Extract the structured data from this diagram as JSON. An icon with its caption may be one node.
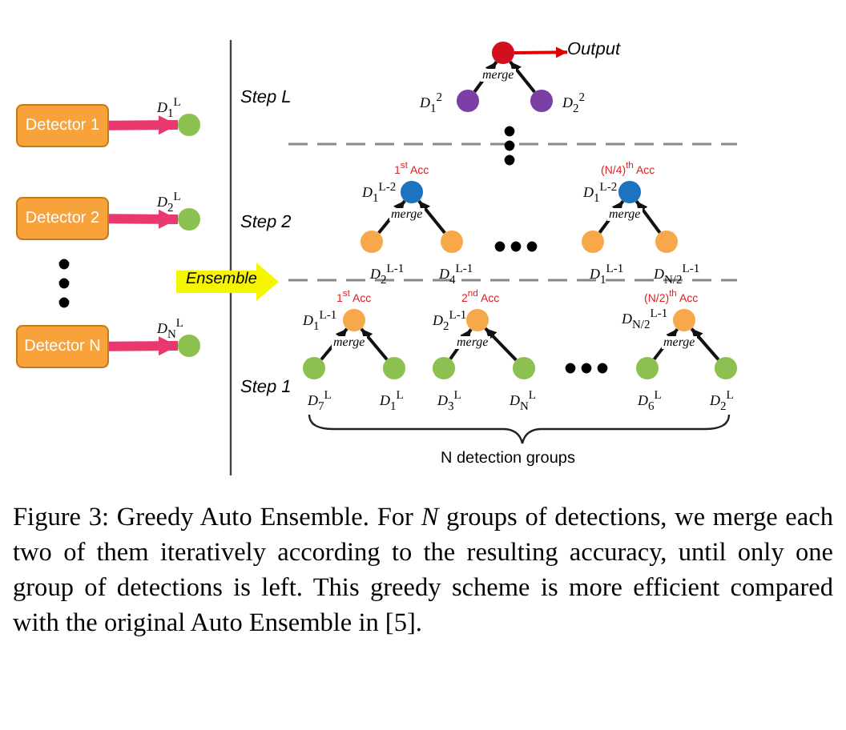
{
  "diagram": {
    "caption": "Figure 3: Greedy Auto Ensemble. For *N* groups of detections, we merge each two of them iteratively according to the resulting accuracy, until only one group of detections is left. This greedy scheme is more efficient compared with the original Auto Ensemble in [5].",
    "nodes": [
      {
        "text": [
          "Detector 1"
        ]
      },
      {
        "text": [],
        "shape": "circle",
        "beside": [
          "*D*$_{1}$$^{L}$"
        ]
      },
      {
        "text": [
          "Detector 2"
        ]
      },
      {
        "text": [],
        "shape": "circle",
        "beside": [
          "*D*$_{2}$$^{L}$"
        ]
      },
      {
        "text": [
          "Detector N"
        ]
      },
      {
        "text": [],
        "shape": "circle",
        "beside": [
          "*D*$_{N}$$^{L}$"
        ]
      },
      {
        "text": [
          "Ensemble"
        ]
      },
      {
        "text": [],
        "shape": "circle"
      },
      {
        "text": [
          "Output"
        ]
      },
      {
        "text": [],
        "shape": "circle",
        "beside": [
          "*D*$_{1}$$^{2}$"
        ]
      },
      {
        "text": [],
        "shape": "circle",
        "beside": [
          "*D*$_{2}$$^{2}$"
        ]
      },
      {
        "text": [],
        "shape": "circle",
        "beside": [
          "1$^{st}$ Acc",
          "*D*$_{1}$$^{L-2}$"
        ]
      },
      {
        "text": [],
        "shape": "circle",
        "beside": [
          "*D*$_{2}$$^{L-1}$"
        ]
      },
      {
        "text": [],
        "shape": "circle",
        "beside": [
          "*D*$_{4}$$^{L-1}$"
        ]
      },
      {
        "text": [],
        "shape": "circle",
        "beside": [
          "(N/4)$^{th}$ Acc",
          "*D*$_{1}$$^{L-2}$"
        ]
      },
      {
        "text": [],
        "shape": "circle",
        "beside": [
          "*D*$_{1}$$^{L-1}$"
        ]
      },
      {
        "text": [],
        "shape": "circle",
        "beside": [
          "*D*$_{N/2}$$^{L-1}$"
        ]
      },
      {
        "text": [],
        "shape": "circle",
        "beside": [
          "1$^{st}$ Acc",
          "*D*$_{1}$$^{L-1}$"
        ]
      },
      {
        "text": [],
        "shape": "circle",
        "beside": [
          "*D*$_{7}$$^{L}$"
        ]
      },
      {
        "text": [],
        "shape": "circle",
        "beside": [
          "*D*$_{1}$$^{L}$"
        ]
      },
      {
        "text": [],
        "shape": "circle",
        "beside": [
          "2$^{nd}$ Acc",
          "*D*$_{2}$$^{L-1}$"
        ]
      },
      {
        "text": [],
        "shape": "circle",
        "beside": [
          "*D*$_{3}$$^{L}$"
        ]
      },
      {
        "text": [],
        "shape": "circle",
        "beside": [
          "*D*$_{N}$$^{L}$"
        ]
      },
      {
        "text": [],
        "shape": "circle",
        "beside": [
          "(N/2)$^{th}$ Acc",
          "*D*$_{N/2}$$^{L-1}$"
        ]
      },
      {
        "text": [],
        "shape": "circle",
        "beside": [
          "*D*$_{6}$$^{L}$"
        ]
      },
      {
        "text": [],
        "shape": "circle",
        "beside": [
          "*D*$_{2}$$^{L}$"
        ]
      }
    ],
    "edges": [
      {
        "from": 0,
        "to": 1,
        "arrow": "to",
        "style": "thick",
        "color": "#e8386e"
      },
      {
        "from": 2,
        "to": 3,
        "arrow": "to",
        "style": "thick",
        "color": "#e8386e"
      },
      {
        "from": 4,
        "to": 5,
        "arrow": "to",
        "style": "thick",
        "color": "#e8386e"
      },
      {
        "from": 7,
        "to": 8,
        "arrow": "to",
        "color": "#e00000"
      },
      {
        "from": 9,
        "to": 7,
        "arrow": "to",
        "label": "merge"
      },
      {
        "from": 10,
        "to": 7,
        "arrow": "to"
      },
      {
        "from": 12,
        "to": 11,
        "arrow": "to",
        "label": "merge"
      },
      {
        "from": 13,
        "to": 11,
        "arrow": "to"
      },
      {
        "from": 15,
        "to": 14,
        "arrow": "to",
        "label": "merge"
      },
      {
        "from": 16,
        "to": 14,
        "arrow": "to"
      },
      {
        "from": 18,
        "to": 17,
        "arrow": "to",
        "label": "merge"
      },
      {
        "from": 19,
        "to": 17,
        "arrow": "to"
      },
      {
        "from": 21,
        "to": 20,
        "arrow": "to",
        "label": "merge"
      },
      {
        "from": 22,
        "to": 20,
        "arrow": "to"
      },
      {
        "from": 24,
        "to": 23,
        "arrow": "to",
        "label": "merge"
      },
      {
        "from": 25,
        "to": 23,
        "arrow": "to"
      }
    ],
    "labels": [
      "Step L",
      "Step 2",
      "Step 1",
      "N detection groups"
    ]
  }
}
